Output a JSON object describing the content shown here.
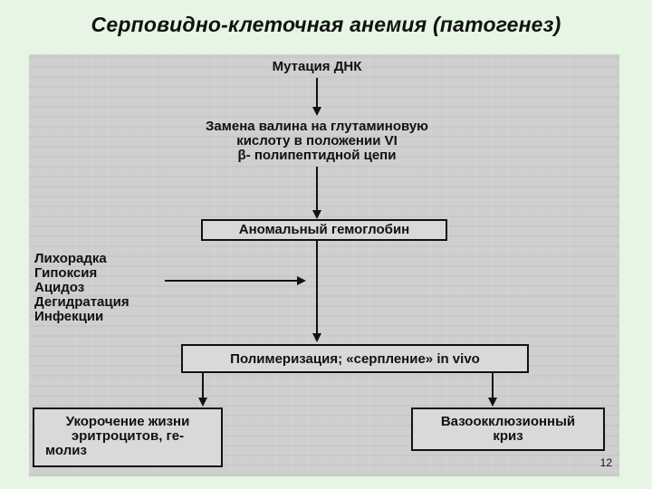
{
  "title": "Серповидно-клеточная анемия (патогенез)",
  "diagram": {
    "mutation": "Мутация ДНК",
    "substitution": [
      "Замена валина на глутаминовую",
      "кислоту в положении VI",
      "β- полипептидной цепи"
    ],
    "abnormal_hb": "Аномальный гемоглобин",
    "factors": [
      "Лихорадка",
      "Гипоксия",
      "Ацидоз",
      "Дегидратация",
      "Инфекции"
    ],
    "polymerization": "Полимеризация; «серпление» in vivo",
    "outcome_left": [
      "Укорочение жизни",
      "эритроцитов, ге-",
      "молиз"
    ],
    "outcome_right": [
      "Вазоокклюзионный",
      "криз"
    ]
  },
  "page_number": "12"
}
